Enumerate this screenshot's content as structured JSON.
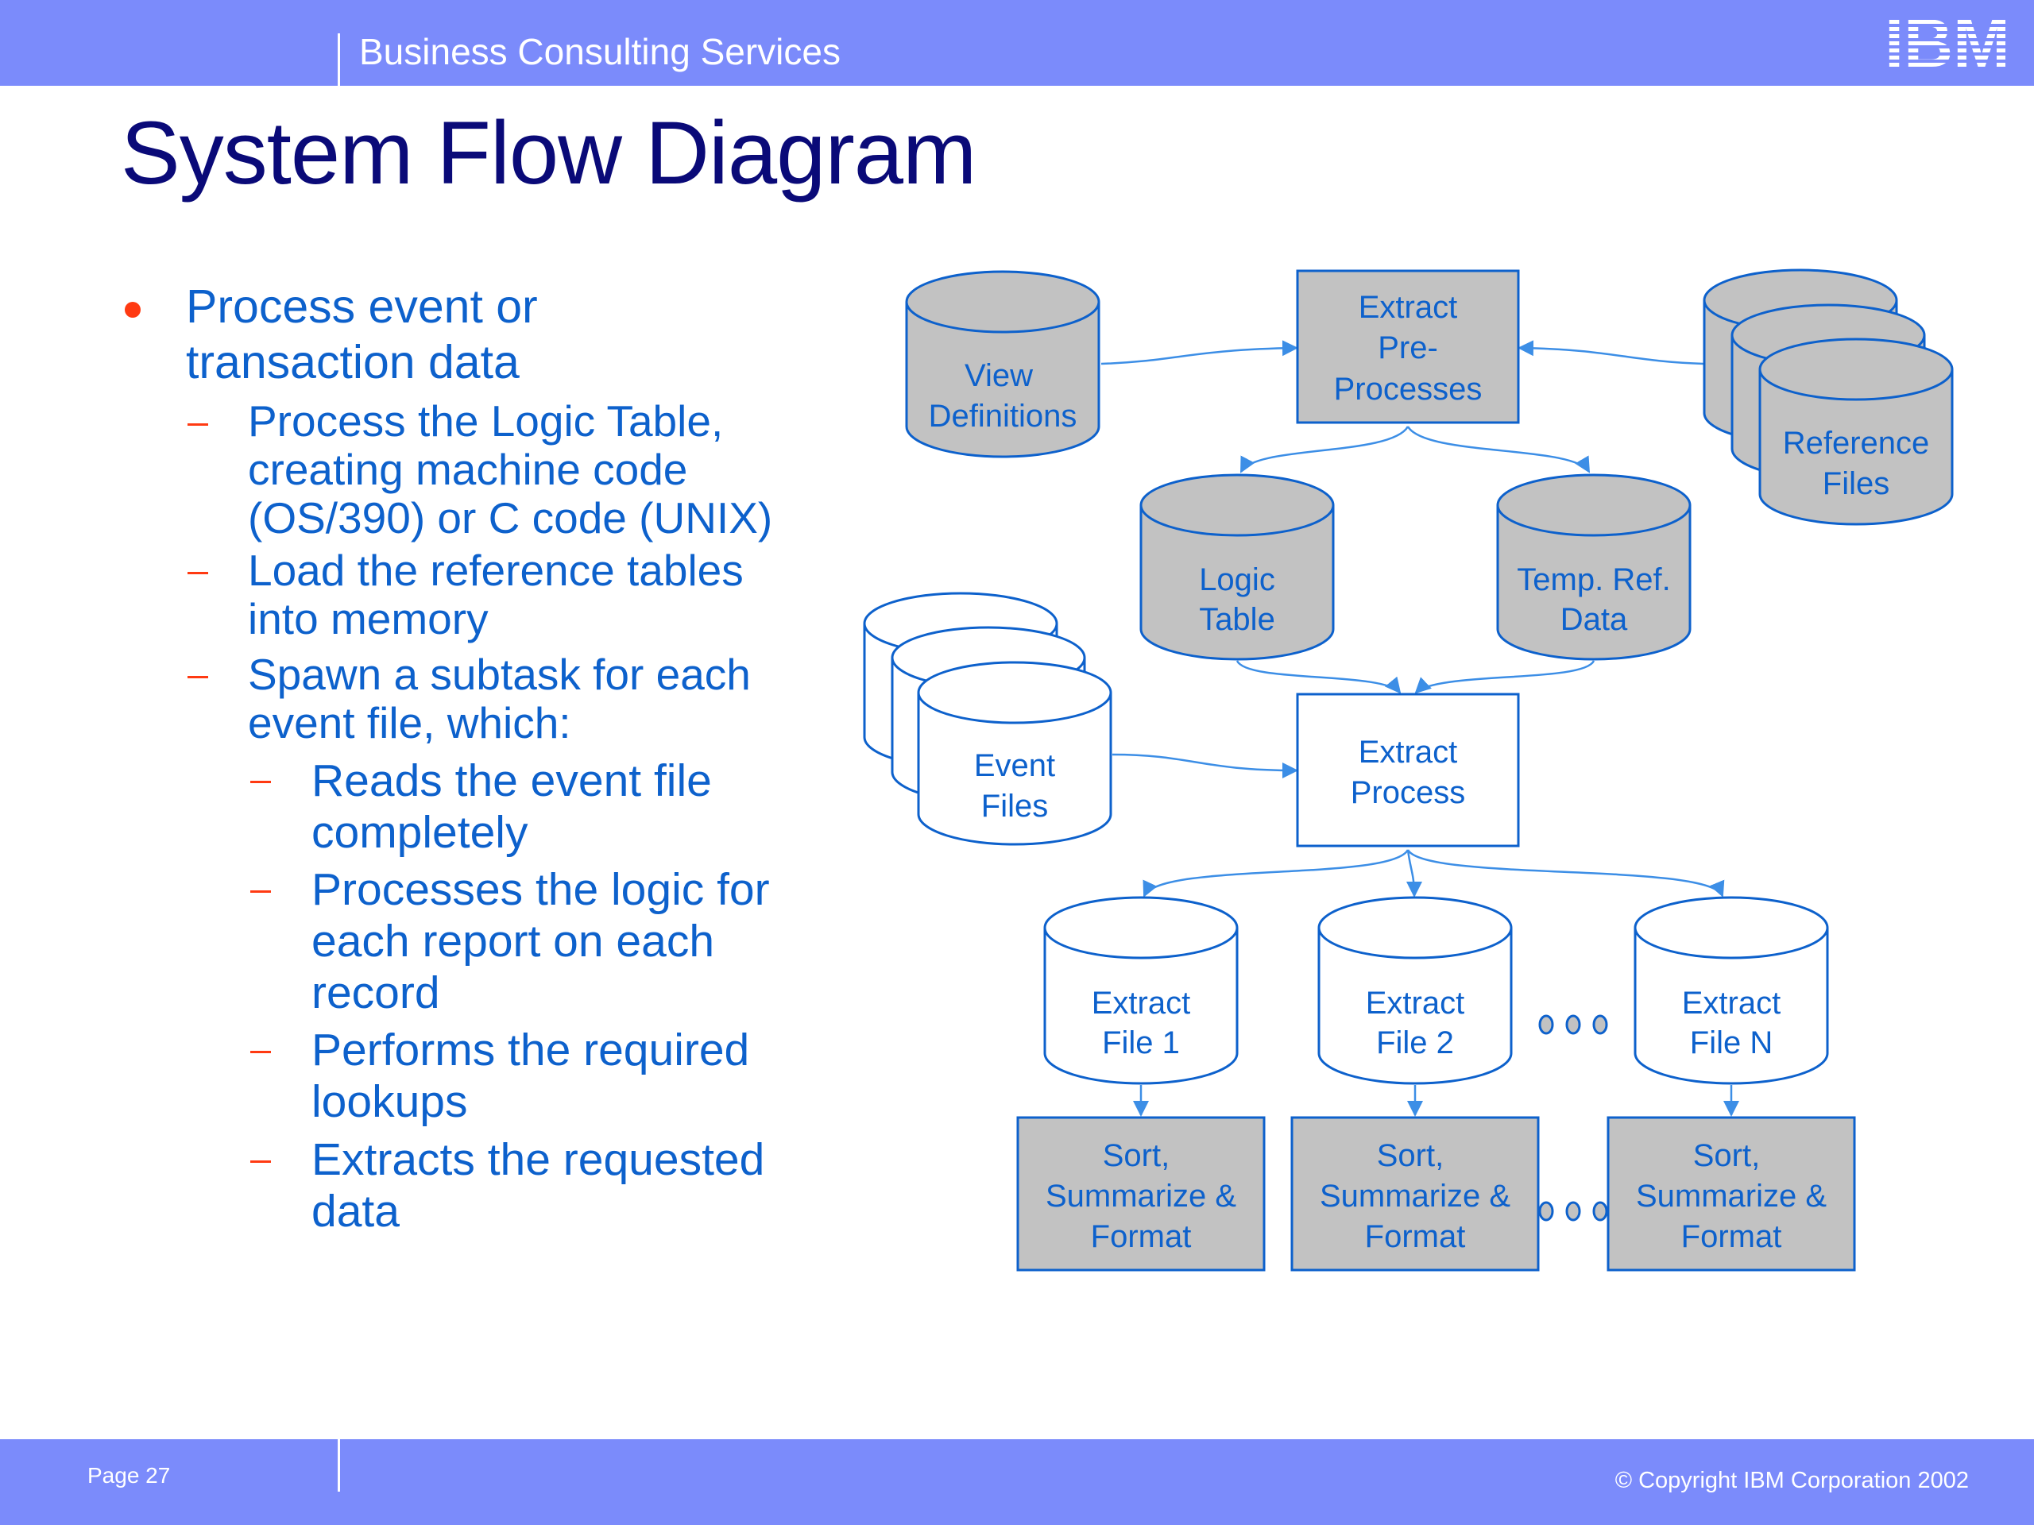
{
  "header": {
    "title": "Business Consulting Services",
    "logo_text": "IBM"
  },
  "page_title": "System Flow Diagram",
  "bullets": {
    "main": [
      "Process event or",
      "transaction data"
    ],
    "sub1": [
      "Process the Logic Table,",
      "creating machine code",
      "(OS/390) or C code (UNIX)"
    ],
    "sub2": [
      "Load the reference tables",
      "into memory"
    ],
    "sub3": [
      "Spawn a subtask for each",
      "event file, which:"
    ],
    "sub3a": [
      "Reads the event file",
      "completely"
    ],
    "sub3b": [
      "Processes the logic for",
      "each report on each",
      "record"
    ],
    "sub3c": [
      "Performs the required",
      "lookups"
    ],
    "sub3d": [
      "Extracts the requested",
      "data"
    ]
  },
  "diagram": {
    "view_definitions": [
      "View",
      "Definitions"
    ],
    "extract_preprocesses": [
      "Extract",
      "Pre-",
      "Processes"
    ],
    "reference_files": [
      "Reference",
      "Files"
    ],
    "logic_table": [
      "Logic",
      "Table"
    ],
    "temp_ref_data": [
      "Temp. Ref.",
      "Data"
    ],
    "event_files": [
      "Event",
      "Files"
    ],
    "extract_process": [
      "Extract",
      "Process"
    ],
    "extract_file_1": [
      "Extract",
      "File 1"
    ],
    "extract_file_2": [
      "Extract",
      "File 2"
    ],
    "extract_file_n": [
      "Extract",
      "File N"
    ],
    "sort_1": [
      "Sort,",
      "Summarize &",
      "Format"
    ],
    "sort_2": [
      "Sort,",
      "Summarize &",
      "Format"
    ],
    "sort_n": [
      "Sort,",
      "Summarize &",
      "Format"
    ],
    "colors": {
      "stroke": "#0d61cc",
      "arrow": "#3c8ee6",
      "fill_gray": "#c2c2c2",
      "fill_white": "#ffffff"
    }
  },
  "footer": {
    "page": "Page 27",
    "copyright": "© Copyright IBM Corporation 2002"
  },
  "colors": {
    "bar": "#7b8bfb",
    "title": "#0a0a78",
    "text": "#0d61cc",
    "bullet": "#ff3a12"
  }
}
